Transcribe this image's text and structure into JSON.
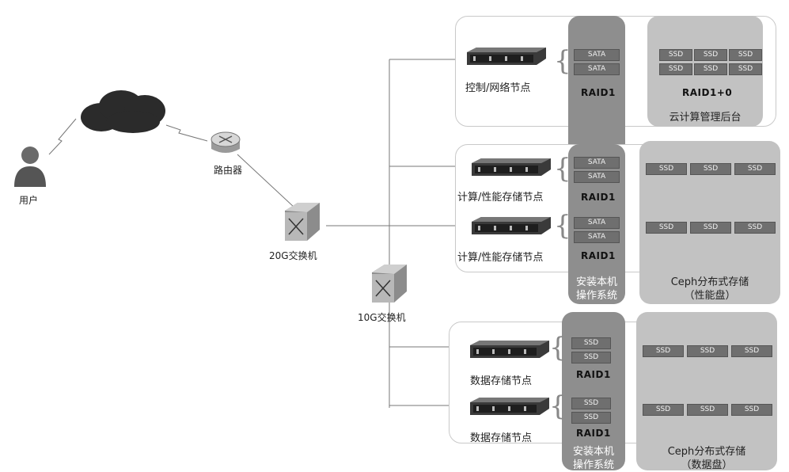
{
  "user": {
    "label": "用户"
  },
  "router": {
    "label": "路由器"
  },
  "switch_20g": {
    "label": "20G交换机"
  },
  "switch_10g": {
    "label": "10G交换机"
  },
  "nodes": {
    "control": {
      "label": "控制/网络节点"
    },
    "compute1": {
      "label": "计算/性能存储节点"
    },
    "compute2": {
      "label": "计算/性能存储节点"
    },
    "data1": {
      "label": "数据存储节点"
    },
    "data2": {
      "label": "数据存储节点"
    }
  },
  "disks": {
    "sata": "SATA",
    "ssd": "SSD"
  },
  "raid": {
    "raid1": "RAID1",
    "raid10": "RAID1+0"
  },
  "captions": {
    "cloud_admin": "云计算管理后台",
    "os_line1": "安装本机",
    "os_line2": "操作系统",
    "ceph_perf_line1": "Ceph分布式存储",
    "ceph_perf_line2": "（性能盘）",
    "ceph_data_line1": "Ceph分布式存储",
    "ceph_data_line2": "（数据盘）"
  }
}
